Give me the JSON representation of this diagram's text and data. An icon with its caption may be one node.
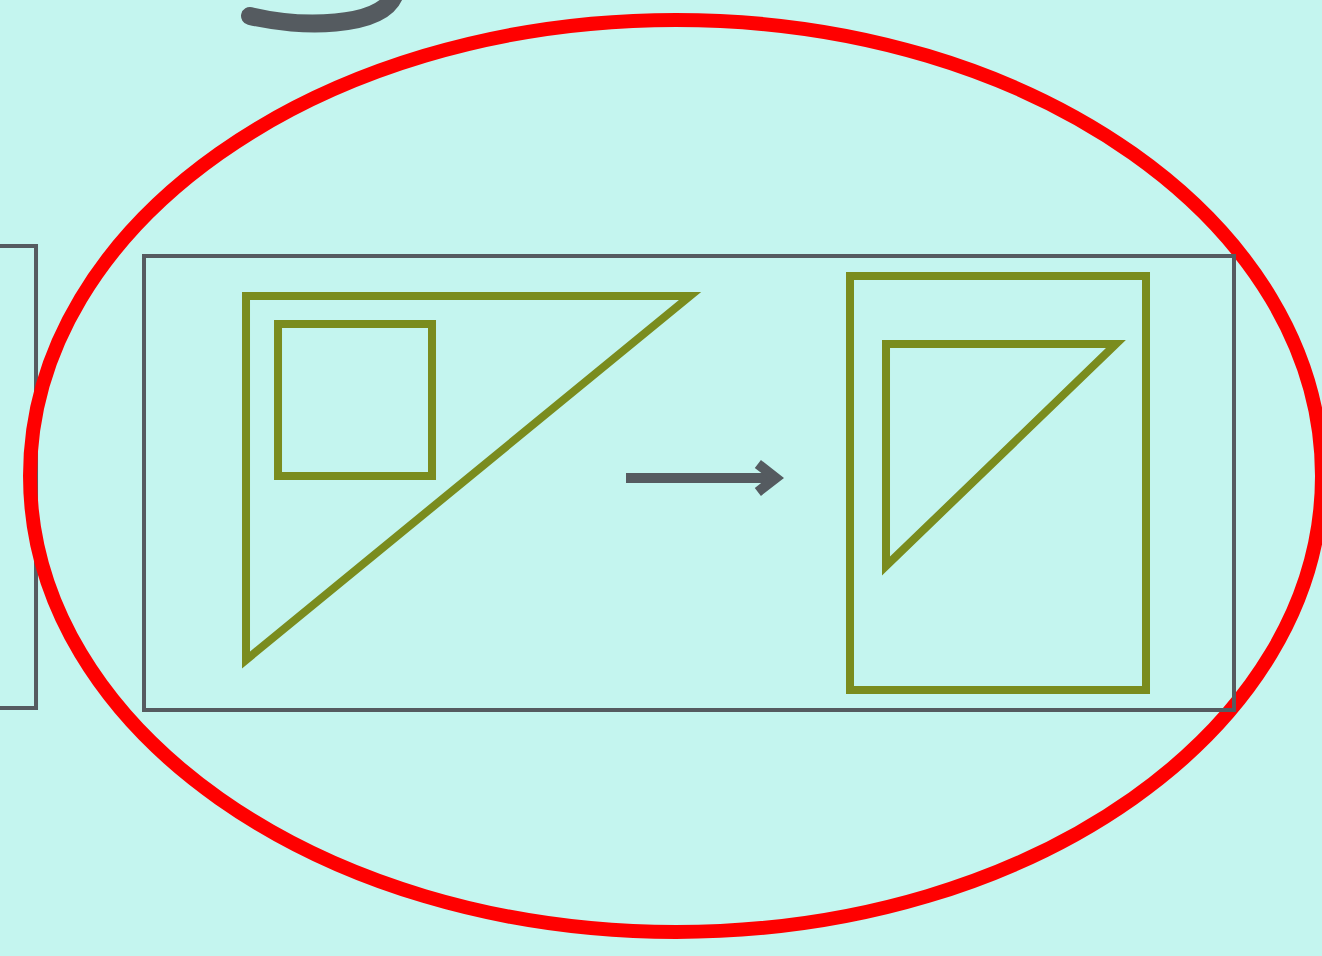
{
  "diagram": {
    "nodes": [
      {
        "text": [],
        "shape": "box"
      },
      {
        "text": [],
        "shape": "circle"
      },
      {
        "text": [],
        "shape": "box",
        "in": 1
      },
      {
        "text": [],
        "shape": "picture",
        "in": 2
      },
      {
        "text": [],
        "shape": "picture",
        "in": 2
      }
    ],
    "edges": [
      {
        "from": 3,
        "to": 4,
        "arrow": "to"
      }
    ]
  }
}
